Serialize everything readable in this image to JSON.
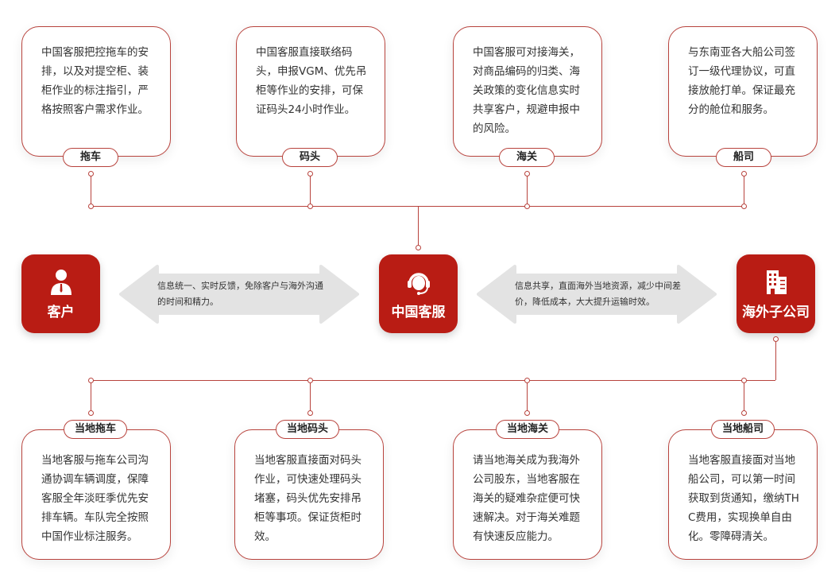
{
  "top_cards": [
    {
      "label": "拖车",
      "text": "中国客服把控拖车的安排，以及对提空柜、装柜作业的标注指引，严格按照客户需求作业。"
    },
    {
      "label": "码头",
      "text": "中国客服直接联络码头，申报VGM、优先吊柜等作业的安排，可保证码头24小时作业。"
    },
    {
      "label": "海关",
      "text": "中国客服可对接海关，对商品编码的归类、海关政策的变化信息实时共享客户，规避申报中的风险。"
    },
    {
      "label": "船司",
      "text": "与东南亚各大船公司签订一级代理协议，可直接放舱打单。保证最充分的舱位和服务。"
    }
  ],
  "nodes": {
    "customer": "客户",
    "china_service": "中国客服",
    "overseas": "海外子公司"
  },
  "arrows": {
    "left": "信息统一、实时反馈，免除客户与海外沟通的时间和精力。",
    "right": "信息共享，直面海外当地资源，减少中间差价，降低成本，大大提升运输时效。"
  },
  "bottom_cards": [
    {
      "label": "当地拖车",
      "text": "当地客服与拖车公司沟通协调车辆调度，保障客服全年淡旺季优先安排车辆。车队完全按照中国作业标注服务。"
    },
    {
      "label": "当地码头",
      "text": "当地客服直接面对码头作业，可快速处理码头堵塞，码头优先安排吊柜等事项。保证货柜时效。"
    },
    {
      "label": "当地海关",
      "text": "请当地海关成为我海外公司股东，当地客服在海关的疑难杂症便可快速解决。对于海关难题有快速反应能力。"
    },
    {
      "label": "当地船司",
      "text": "当地客服直接面对当地船公司，可以第一时间获取到货通知，缴纳THC费用，实现换单自由化。零障碍清关。"
    }
  ],
  "colors": {
    "brand_red": "#b91c14",
    "line": "#b8433d",
    "arrow_gray": "#e3e3e3"
  }
}
